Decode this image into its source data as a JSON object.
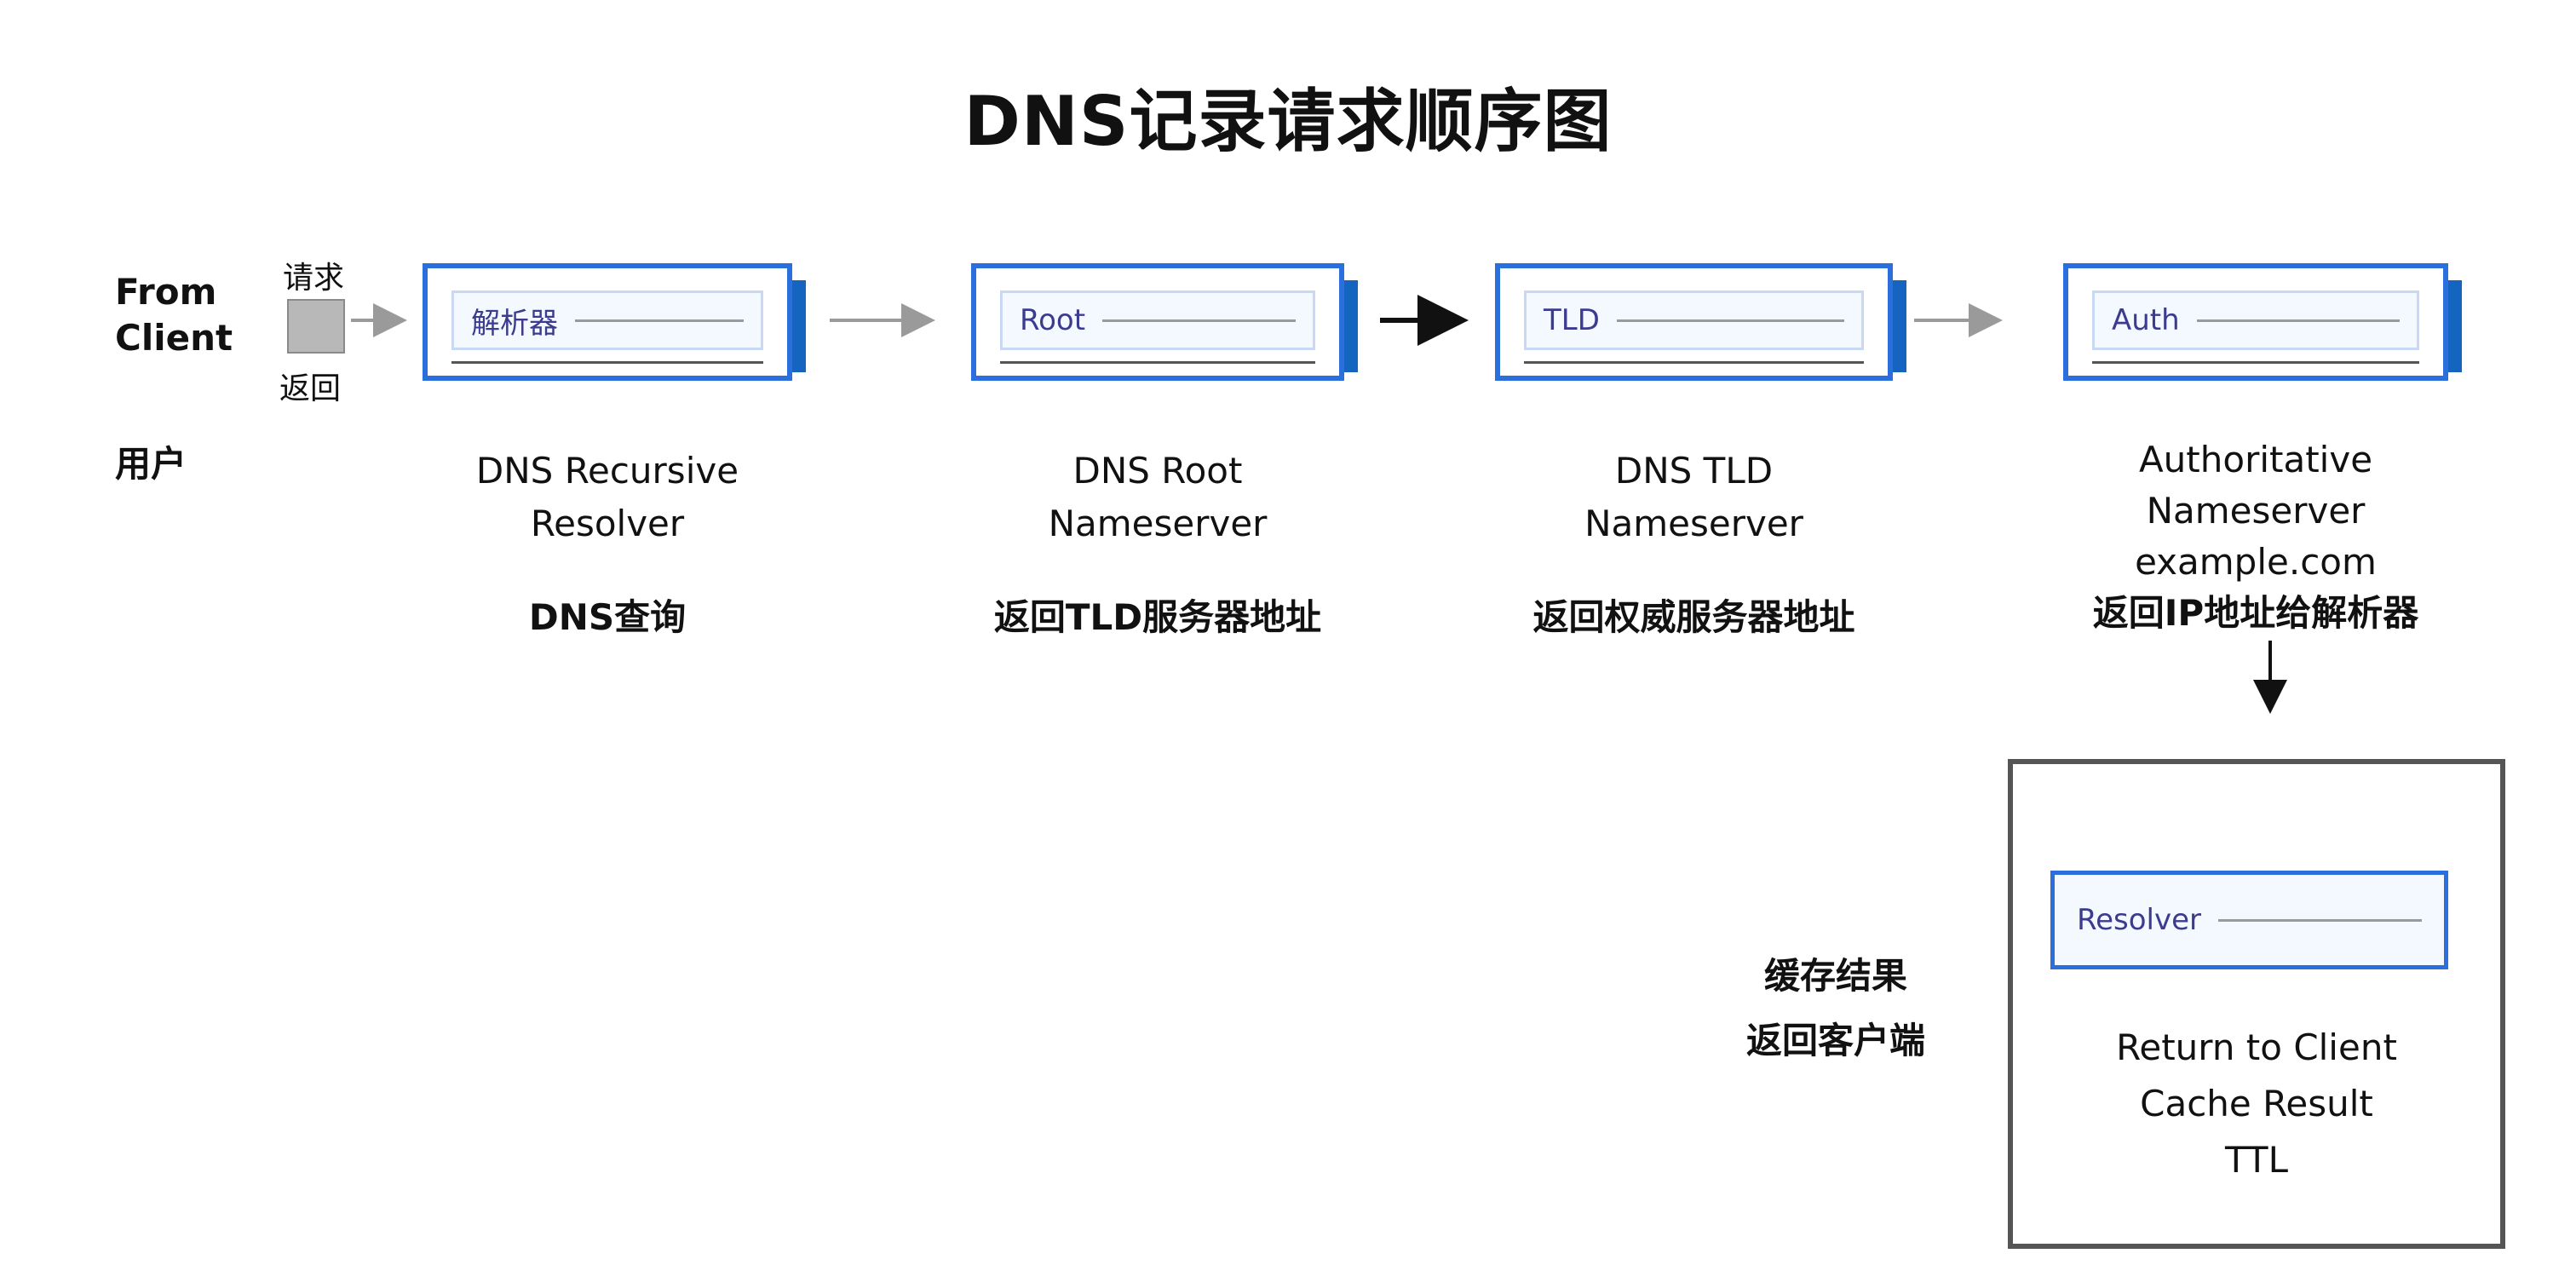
{
  "title": "DNS记录请求顺序图",
  "client": {
    "from": "From",
    "name": "Client",
    "request_label": "请求",
    "return_label": "返回",
    "caption": "用户"
  },
  "nodes": [
    {
      "label": "解析器",
      "name_line1": "DNS Recursive",
      "name_line2": "Resolver",
      "action": "DNS查询"
    },
    {
      "label": "Root",
      "name_line1": "DNS Root",
      "name_line2": "Nameserver",
      "action": "返回TLD服务器地址"
    },
    {
      "label": "TLD",
      "name_line1": "DNS TLD",
      "name_line2": "Nameserver",
      "action": "返回权威服务器地址"
    },
    {
      "label": "Auth",
      "name_line1": "Authoritative",
      "name_line2": "Nameserver",
      "name_line3": "example.com",
      "action": "返回IP地址给解析器"
    }
  ],
  "result": {
    "label": "Resolver",
    "lines": [
      "Return to Client",
      "Cache Result",
      "TTL"
    ]
  },
  "side": {
    "lines": [
      "缓存结果",
      "返回客户端"
    ]
  },
  "colors": {
    "node_border": "#2a6fdb",
    "node_shadow": "#1565c0",
    "arrow_main": "#111111",
    "arrow_light": "#9a9a9a"
  }
}
